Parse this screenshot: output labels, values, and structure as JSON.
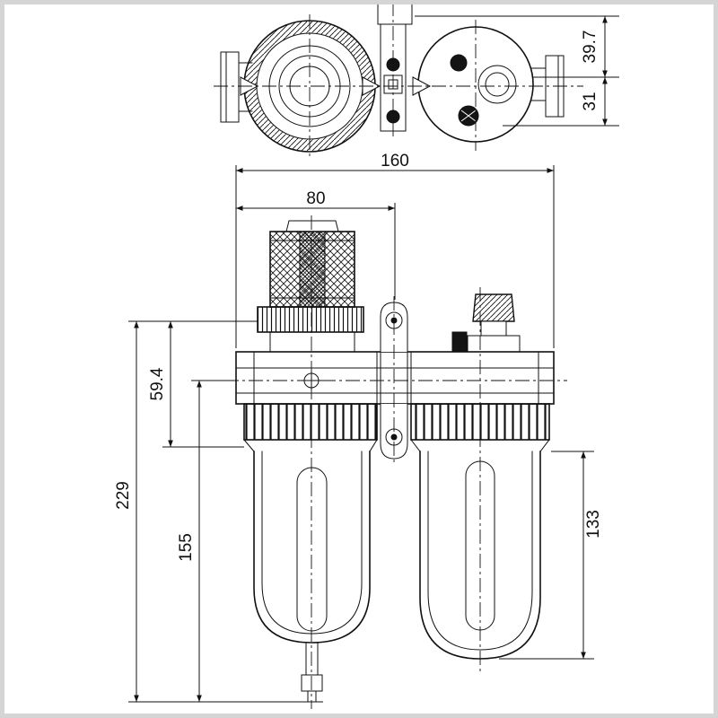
{
  "drawing": {
    "type": "technical-dimension-drawing",
    "subject": "Pneumatic filter-regulator-lubricator (FRL) unit, top view and front view"
  },
  "dimensions": {
    "top_view_upper_height": "39.7",
    "top_view_lower_height": "31",
    "overall_width": "160",
    "regulator_center_offset": "80",
    "body_section_height": "59.4",
    "overall_height": "229",
    "filter_section_height": "155",
    "lubricator_bowl_height": "133"
  },
  "colors": {
    "line": "#111111",
    "background": "#ffffff",
    "frame_border": "#d5d5d5"
  }
}
